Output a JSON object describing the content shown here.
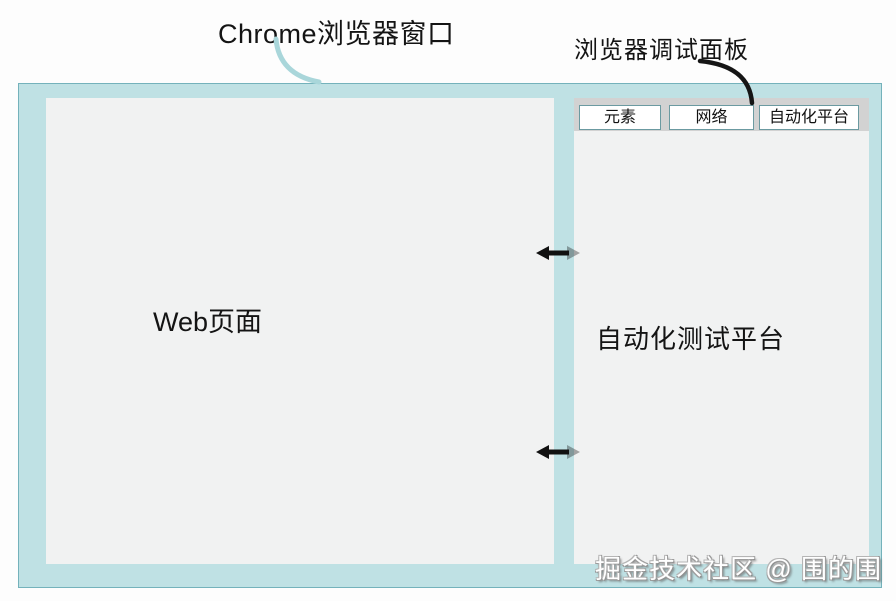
{
  "labels": {
    "chrome_window": "Chrome浏览器窗口",
    "devtools_panel": "浏览器调试面板"
  },
  "browser_window": {
    "web_page_label": "Web页面"
  },
  "devtools": {
    "tabs": [
      {
        "label": "元素"
      },
      {
        "label": "网络"
      },
      {
        "label": "自动化平台"
      }
    ],
    "panel_label": "自动化测试平台"
  },
  "arrows": {
    "icon": "left-right-arrow",
    "count": 2
  },
  "watermark": "掘金技术社区 @ 围的围",
  "colors": {
    "window_fill": "#bfe1e4",
    "window_border": "#74b2bb",
    "panel_fill": "#f1f2f2",
    "tabstrip_fill": "#d2d2d2",
    "tab_border": "#6b9aa1",
    "connector_teal": "#a9d6da",
    "connector_black": "#151515",
    "arrow_black": "#111111",
    "watermark_text": "#ffffff"
  }
}
